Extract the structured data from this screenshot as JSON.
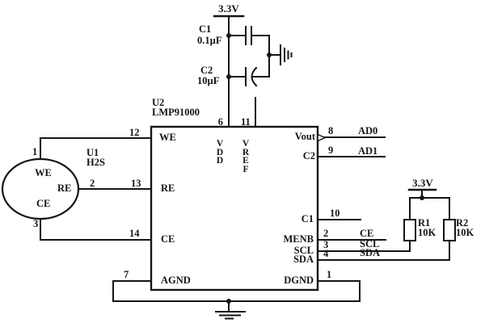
{
  "colors": {
    "ink": "#151515",
    "background": "#ffffff"
  },
  "power_rails": {
    "top": {
      "label": "3.3V"
    },
    "right": {
      "label": "3.3V"
    }
  },
  "capacitors": [
    {
      "ref": "C1",
      "value": "0.1µF"
    },
    {
      "ref": "C2",
      "value": "10µF"
    }
  ],
  "sensor": {
    "ref": "U1",
    "part": "H2S",
    "terminals": [
      {
        "pin": "1",
        "name": "WE"
      },
      {
        "pin": "2",
        "name": "RE"
      },
      {
        "pin": "3",
        "name": "CE"
      }
    ]
  },
  "ic": {
    "ref": "U2",
    "part": "LMP91000",
    "top_pins": [
      {
        "num": "6",
        "name": "VDD"
      },
      {
        "num": "11",
        "name": "VREF"
      }
    ],
    "left_pins": [
      {
        "num": "12",
        "name": "WE"
      },
      {
        "num": "13",
        "name": "RE"
      },
      {
        "num": "14",
        "name": "CE"
      },
      {
        "num": "7",
        "name": "AGND"
      }
    ],
    "right_pins": [
      {
        "num": "8",
        "name": "Vout",
        "net": "AD0"
      },
      {
        "num": "9",
        "name": "C2",
        "net": "AD1"
      },
      {
        "num": "10",
        "name": "C1"
      },
      {
        "num": "2",
        "name": "MENB",
        "net": "CE"
      },
      {
        "num": "3",
        "name": "SCL",
        "net": "SCL"
      },
      {
        "num": "4",
        "name": "SDA",
        "net": "SDA"
      },
      {
        "num": "1",
        "name": "DGND"
      }
    ]
  },
  "resistors": [
    {
      "ref": "R1",
      "value": "10K"
    },
    {
      "ref": "R2",
      "value": "10K"
    }
  ]
}
